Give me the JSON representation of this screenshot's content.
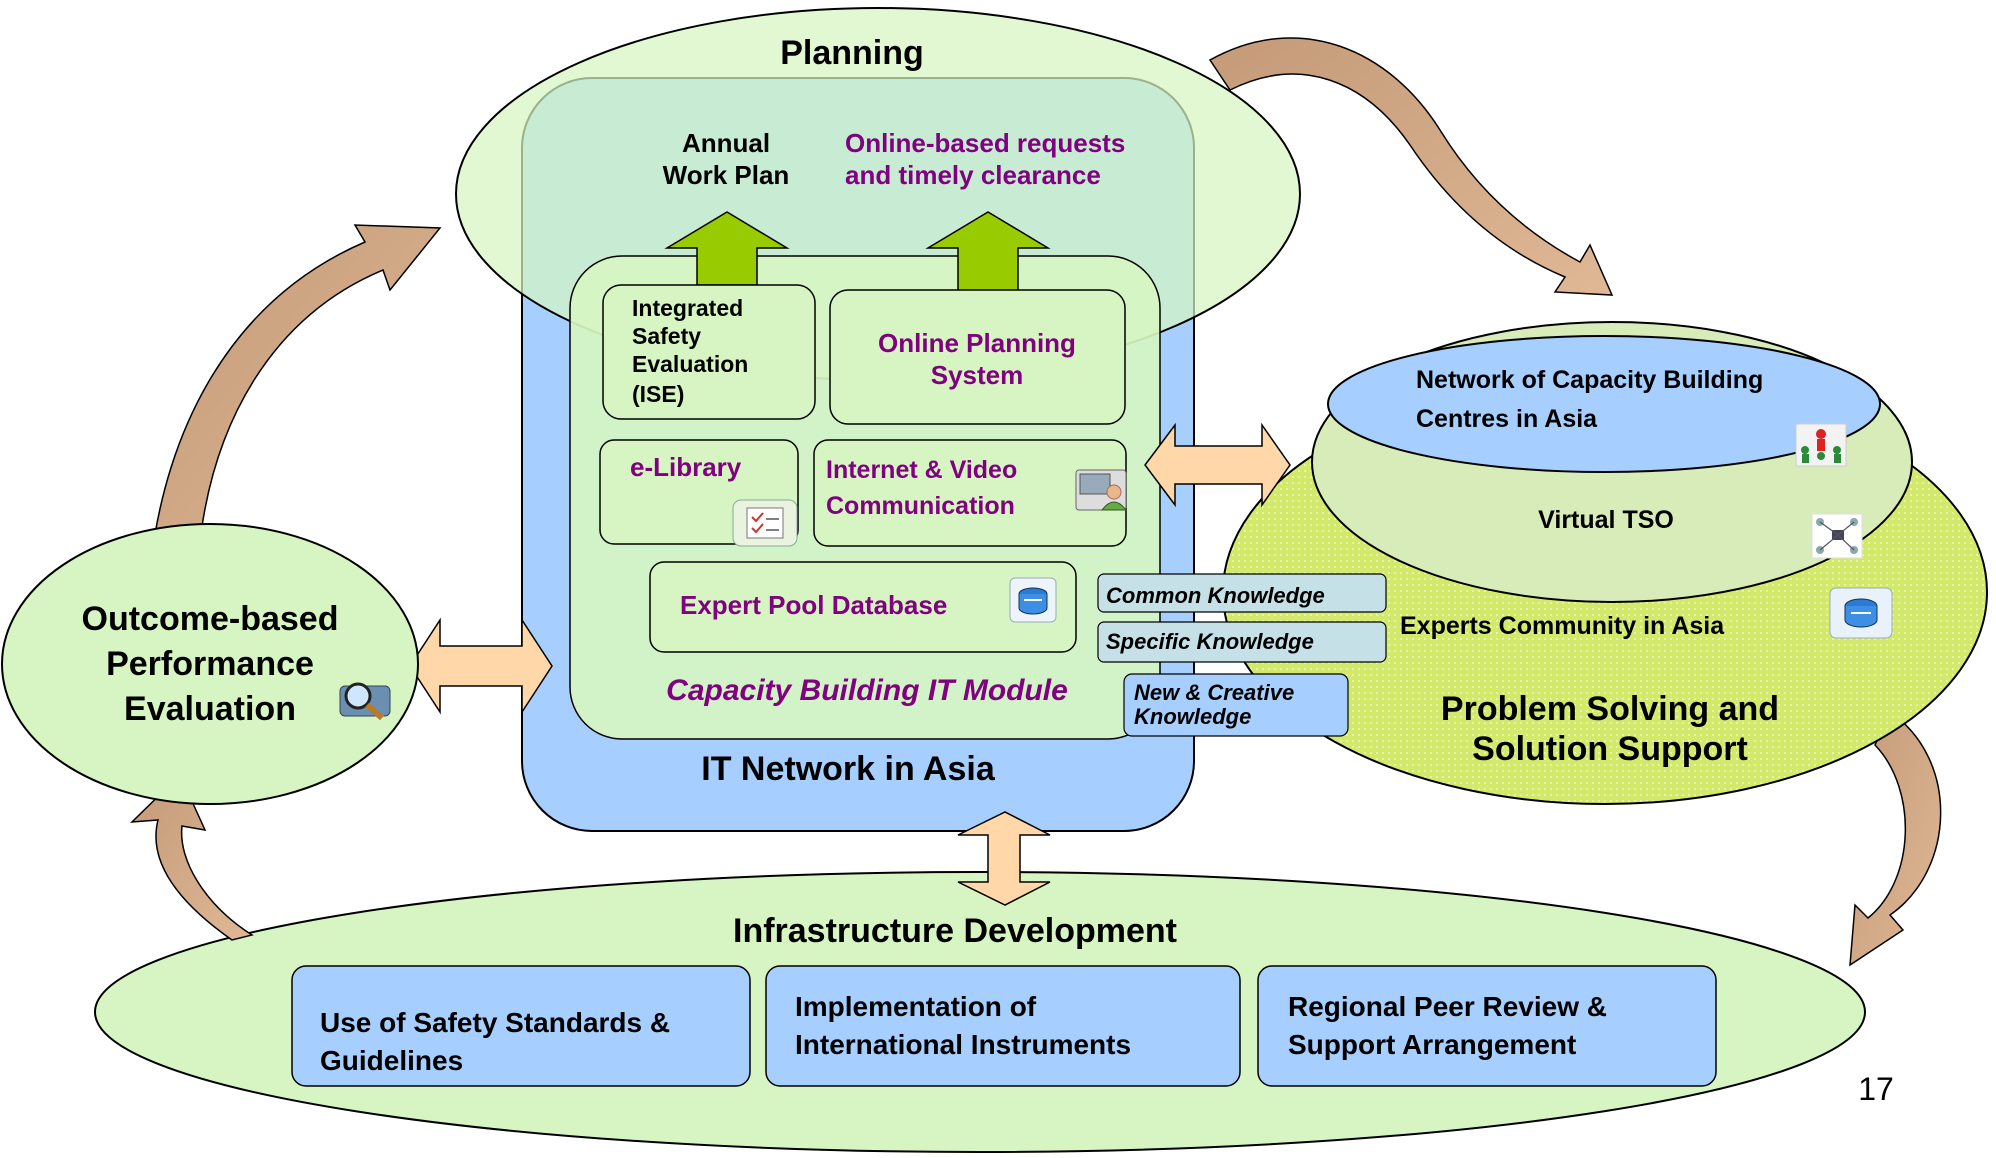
{
  "planning": {
    "title": "Planning",
    "annual_work_plan": [
      "Annual",
      "Work Plan"
    ],
    "online_requests": [
      "Online-based requests",
      "and timely clearance"
    ]
  },
  "it_network": {
    "title": "IT Network in Asia",
    "module_title": "Capacity Building IT Module",
    "ise": [
      "Integrated",
      "Safety",
      "Evaluation",
      "(ISE)"
    ],
    "online_planning": [
      "Online Planning",
      "System"
    ],
    "e_library": "e-Library",
    "internet_video": [
      "Internet & Video",
      "Communication"
    ],
    "expert_pool": "Expert Pool Database"
  },
  "knowledge": {
    "common": "Common Knowledge",
    "specific": "Specific Knowledge",
    "new_creative": [
      "New & Creative",
      "Knowledge"
    ]
  },
  "problem_solving": {
    "title": [
      "Problem Solving and",
      "Solution Support"
    ],
    "network_centres": [
      "Network of Capacity Building",
      "Centres in Asia"
    ],
    "virtual_tso": "Virtual TSO",
    "experts_community": "Experts Community in Asia"
  },
  "outcome": {
    "title": [
      "Outcome-based",
      "Performance",
      "Evaluation"
    ]
  },
  "infrastructure": {
    "title": "Infrastructure Development",
    "boxes": [
      [
        "Use of Safety Standards &",
        "Guidelines"
      ],
      [
        "Implementation of",
        "International Instruments"
      ],
      [
        "Regional Peer Review &",
        "Support Arrangement"
      ]
    ]
  },
  "page_number": "17",
  "colors": {
    "light_green": "#d6f5c2",
    "blue": "#a6cfff",
    "purple": "#800080",
    "arrow_tan": "#ffd7a8",
    "green_arrow": "#99cc00",
    "olive": "#d8ea70"
  },
  "icons": [
    "people-network-icon",
    "computer-user-icon",
    "checklist-icon",
    "database-icon",
    "magnifier-icon",
    "network-nodes-icon"
  ]
}
